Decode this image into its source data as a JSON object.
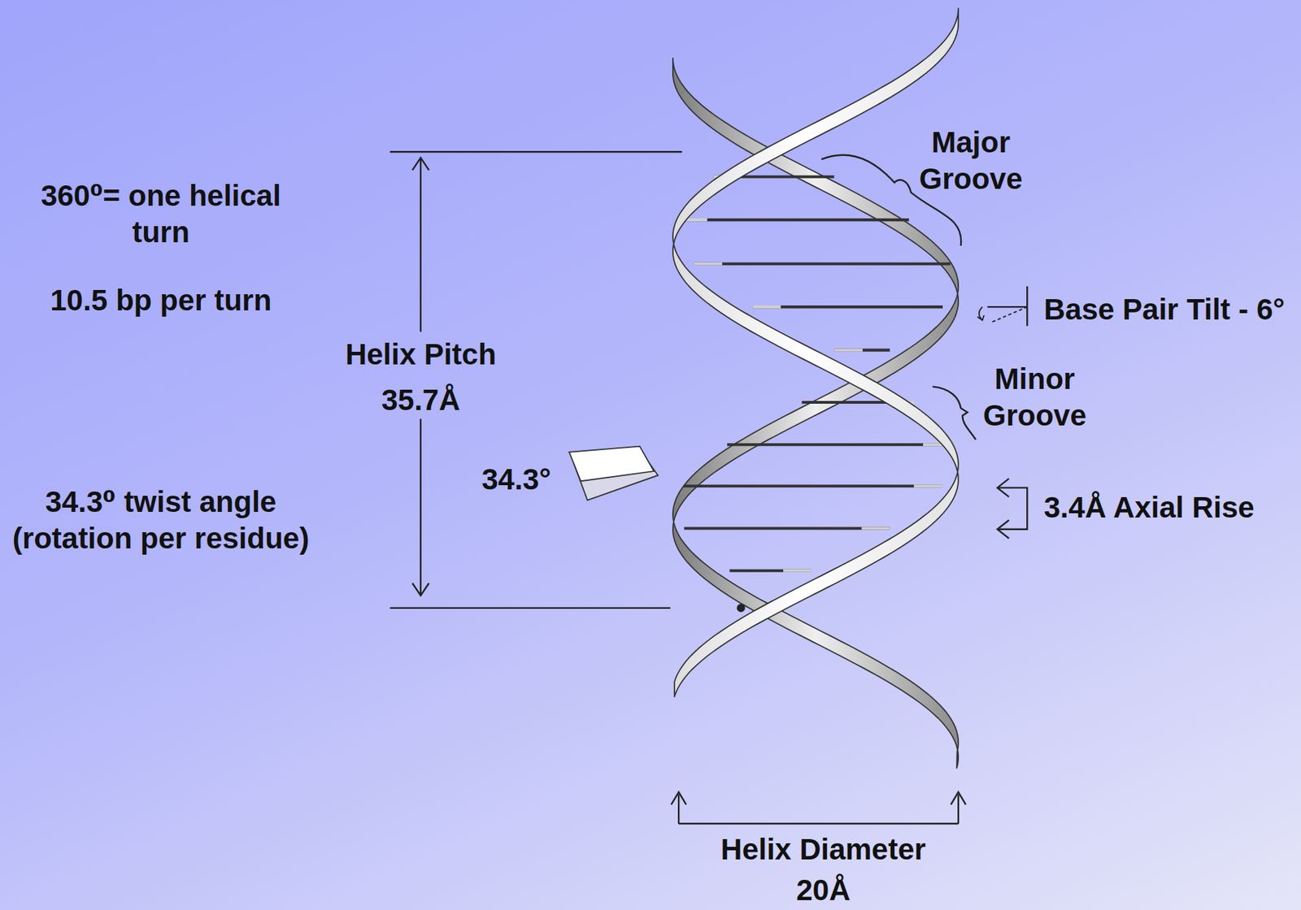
{
  "diagram": {
    "labels": [
      "360⁰= one helical turn",
      "10.5 bp per turn",
      "34.3⁰ twist angle (rotation per residue)",
      "Helix Pitch",
      "35.7Å",
      "34.3°",
      "Major Groove",
      "Minor Groove",
      "Base Pair Tilt - 6°",
      "3.4Å Axial Rise",
      "Helix Diameter",
      "20Å"
    ]
  }
}
